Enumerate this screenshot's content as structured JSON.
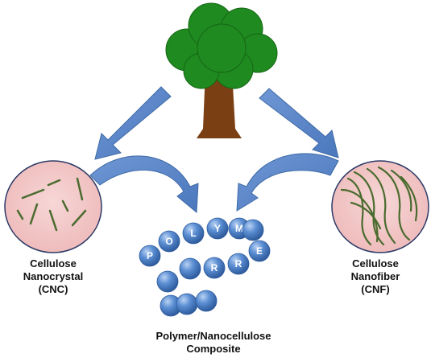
{
  "colors": {
    "foliage": "#1f8a1f",
    "foliage_dark": "#156615",
    "trunk": "#7b3f14",
    "arrow_fill": "#5b85c7",
    "arrow_stroke": "#3f6aa6",
    "disc_fill": "#f2c4c4",
    "disc_edge": "#2b3a66",
    "fiber": "#4a6b2e",
    "bead": "#4f82c9"
  },
  "icons": {
    "source": "tree-icon",
    "left_disc": "cellulose-nanocrystal-disc",
    "right_disc": "cellulose-nanofiber-disc",
    "chain": "polymer-bead-chain"
  },
  "cnc": {
    "line1": "Cellulose",
    "line2": "Nanocrystal",
    "line3": "(CNC)"
  },
  "cnf": {
    "line1": "Cellulose",
    "line2": "Nanofiber",
    "line3": "(CNF)"
  },
  "composite": {
    "line1": "Polymer/Nanocellulose",
    "line2": "Composite"
  },
  "chain_letters": [
    "P",
    "O",
    "L",
    "Y",
    "M",
    "E",
    "R"
  ]
}
